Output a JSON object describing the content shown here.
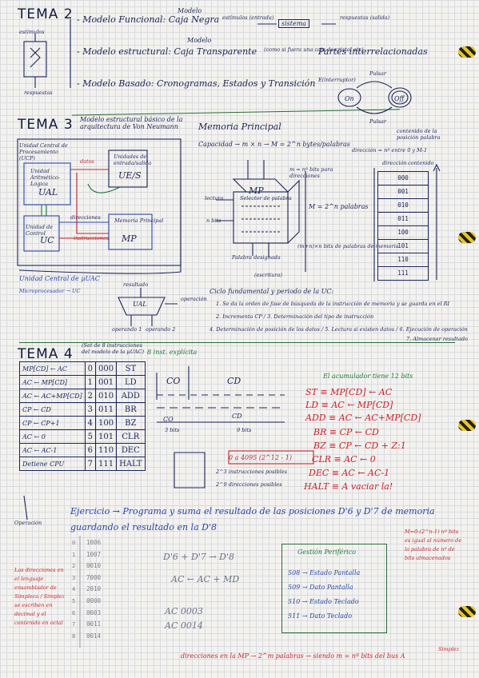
{
  "tema2": {
    "title": "TEMA 2",
    "estimulos": "estímulos",
    "respuestas": "respuestas",
    "line1": "- Modelo Funcional: Caja Negra",
    "line1_top": "Modelo",
    "line1_in": "estímulos (entrada)",
    "line1_box": "sistema",
    "line1_out": "respuestas (salida)",
    "line2": "- Modelo estructural: Caja Transparente",
    "line2_top": "Modelo",
    "line2_paren": "(como si fuera una caja de cristal etc)",
    "line2_end": "Partes interrelacionadas",
    "line3": "- Modelo Basado: Cronogramas, Estados y Transición",
    "line3_event": "E(interruptor)",
    "line3_pulsar": "Pulsar",
    "line3_on": "On",
    "line3_off": "Off"
  },
  "tema3": {
    "title": "TEMA 3",
    "subtitle": "Modelo estructural básico de la arquitectura de Von Neumann",
    "ucp": "Unidad Central de Procesamiento (UCP)",
    "ual_label": "Unidad Aritmético-Lógica",
    "ual": "UAL",
    "uc_label": "Unidad de Control",
    "uc": "UC",
    "ues_label": "Unidades de entrada/salida",
    "ues": "UE/S",
    "mp_label": "Memoria Principal",
    "mp": "MP",
    "datos": "datos",
    "direcciones": "direcciones",
    "instrucciones": "instrucciones",
    "ucac": "Unidad Central de µUAC",
    "microproc": "Microprocesador → UC",
    "resultado": "resultado",
    "ual_small": "UAL",
    "operacion": "operación",
    "operando1": "operando 1",
    "operando2": "operando 2",
    "mem_title": "Memoria Principal",
    "capacidad": "Capacidad → m × n → M = 2^n bytes/palabras",
    "mn_note": "m = nº bits para direcciones",
    "contenido_note": "contenido de la posición palabra",
    "direccion_note": "dirección = nº entre 0 y M-1",
    "dir_label": "dirección",
    "cont_label": "contenido",
    "palabras": "M = 2^n palabras",
    "mp_box": "MP",
    "selector": "Selector de palabra",
    "decod": "Palabra designada",
    "lectura": "lectura",
    "n_bits": "n bits",
    "escritura": "(escritura)",
    "reg_note": "(m+n)×n bits de palabras de memoria",
    "ciclo_title": "Ciclo fundamental y periodo de la UC:",
    "ciclo1": "1. Se da la orden de fase de búsqueda de la instrucción de memoria y se guarda en el RI",
    "ciclo2": "2. Incrementa CP / 3. Determinación del tipo de instrucción",
    "ciclo3": "4. Determinación de posición de los datos / 5. Lectura si existen datos / 6. Ejecución de operación",
    "ciclo4": "7. Almacenar resultado",
    "mem_cells": [
      "000",
      "001",
      "010",
      "011",
      "100",
      "101",
      "110",
      "111"
    ]
  },
  "tema4": {
    "title": "TEMA 4",
    "subtitle": "(Set de 8 instrucciones del modelo de la µUAC)",
    "note": "8 inst. explícita",
    "acum_note": "El acumulador tiene 12 bits",
    "table": [
      {
        "op": "MP[CD] ← AC",
        "n": "0",
        "code": "000",
        "mn": "ST"
      },
      {
        "op": "AC ← MP[CD]",
        "n": "1",
        "code": "001",
        "mn": "LD"
      },
      {
        "op": "AC ← AC+MP[CD]",
        "n": "2",
        "code": "010",
        "mn": "ADD"
      },
      {
        "op": "CP ← CD",
        "n": "3",
        "code": "011",
        "mn": "BR"
      },
      {
        "op": "CP ← CP+1",
        "n": "4",
        "code": "100",
        "mn": "BZ"
      },
      {
        "op": "AC ← 0",
        "n": "5",
        "code": "101",
        "mn": "CLR"
      },
      {
        "op": "AC ← AC-1",
        "n": "6",
        "code": "110",
        "mn": "DEC"
      },
      {
        "op": "Detiene CPU",
        "n": "7",
        "code": "111",
        "mn": "HALT"
      }
    ],
    "defs": [
      "ST ≡ MP[CD] ← AC",
      "LD ≡ AC ← MP[CD]",
      "ADD ≡ AC ← AC+MP[CD]",
      "BR ≡ CP ← CD",
      "BZ ≡ CP ← CD + Z:1",
      "CLR ≡ AC ← 0",
      "DEC ≡ AC ← AC-1",
      "HALT ≡ A vaciar la!"
    ],
    "co": "CO",
    "cd": "CD",
    "bits3": "3 bits",
    "bits9": "9 bits",
    "range": "0 a 4095 (2^12 - 1)",
    "inst_posibles": "2^3 instrucciones posibles",
    "dir_posibles": "2^9 direcciones posibles",
    "operacion": "Operación"
  },
  "ejercicio": {
    "text": "Ejercicio → Programa y suma el resultado de las posiciones D'6 y D'7 de memoria guardando el resultado en la D'8",
    "addresses": [
      "0",
      "1",
      "2",
      "3",
      "4",
      "5",
      "6",
      "7",
      "8"
    ],
    "values": [
      "1006",
      "1007",
      "0010",
      "7000",
      "2010",
      "0000",
      "0003",
      "0011",
      "0014"
    ],
    "expr1": "D'6 + D'7 → D'8",
    "expr2": "AC ← AC + MD",
    "ac1": "AC  0003",
    "ac2": "AC  0014",
    "left_note": "Las direcciones en el lenguaje ensamblador de Simpleca / Simplez se escriben en decimal y el contenido en octal",
    "right_note": "M=0-(2^n-1) nº bits es igual al número de la palabra de nº de bits almacenados",
    "gestion_title": "Gestión Periférico",
    "gestion": [
      "508 → Estado Pantalla",
      "509 → Dato Pantalla",
      "510 → Estado Teclado",
      "511 → Dato Teclado"
    ],
    "bottom": "direcciones en la MP → 2^m palabras → siendo m = nº bits del bus A",
    "simplez": "Simplez"
  }
}
